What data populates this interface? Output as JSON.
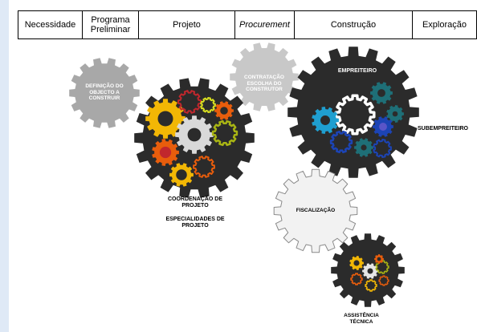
{
  "phases": [
    {
      "label": "Necessidade",
      "italic": false
    },
    {
      "label": "Programa\nPreliminar",
      "italic": false
    },
    {
      "label": "Projeto",
      "italic": false
    },
    {
      "label": "Procurement",
      "italic": true
    },
    {
      "label": "Construção",
      "italic": false
    },
    {
      "label": "Exploração",
      "italic": false
    }
  ],
  "labels": {
    "definicao": "DEFINIÇÃO DO OBJECTO A CONSTRUIR",
    "contratacao": "CONTRATAÇÃO ESCOLHA DO CONSTRUTOR",
    "empreiteiro": "EMPREITEIRO",
    "subempreiteiro": "SUBEMPREITEIRO",
    "coordenacao": "COORDENAÇÃO DE PROJETO",
    "especialidades": "ESPECIALIDADES DE PROJETO",
    "fiscalizacao": "FISCALIZAÇÃO",
    "assistencia": "ASSISTÊNCIA TÉCNICA"
  },
  "colors": {
    "dark_gear": "#2b2b2b",
    "grey_gear": "#a8a8a8",
    "light_grey_gear": "#c8c8c8",
    "white_gear_fill": "#f2f2f2",
    "white_gear_stroke": "#8a8a8a",
    "yellow": "#f2b705",
    "orange": "#e85d0c",
    "red": "#c1272d",
    "olive": "#a8b414",
    "lime": "#d8df20",
    "teal": "#1e6f77",
    "cyan": "#1f9fd0",
    "blue": "#1c44b5",
    "navy": "#1b2a6b",
    "violet": "#5a55c8"
  }
}
